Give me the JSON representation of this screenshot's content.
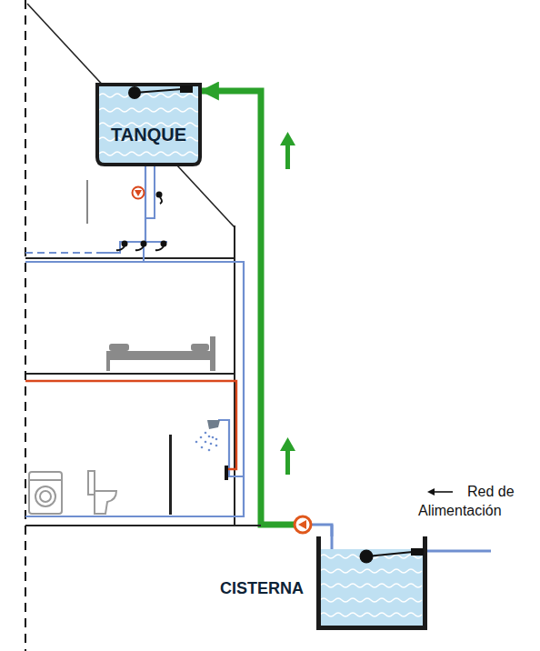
{
  "diagram": {
    "nodes": [
      {
        "text": [
          "TANQUE"
        ]
      },
      {
        "text": [
          "CISTERNA"
        ]
      }
    ],
    "edges": [
      {
        "from": 1,
        "to": 0,
        "arrow": "to"
      }
    ],
    "labels": [
      "Red de Alimentación"
    ]
  }
}
